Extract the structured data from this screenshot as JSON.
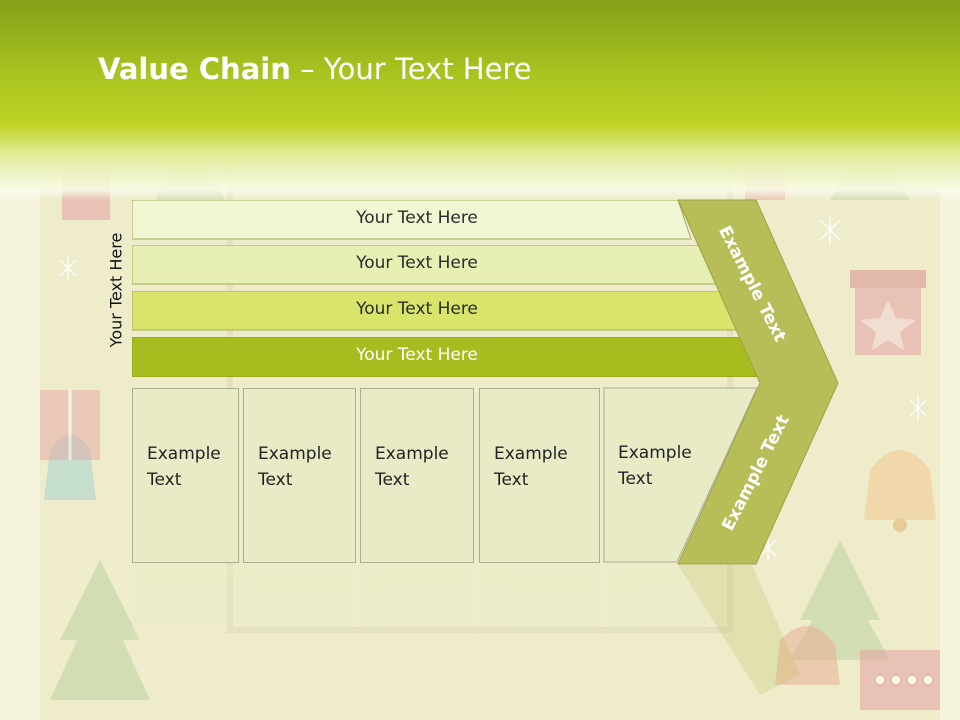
{
  "slide": {
    "title_bold": "Value Chain",
    "title_rest": " – Your Text Here"
  },
  "side_label": "Your Text Here",
  "bars": [
    {
      "label": "Your Text Here",
      "fill": "#f1f6d3"
    },
    {
      "label": "Your Text Here",
      "fill": "#e7efb3"
    },
    {
      "label": "Your Text Here",
      "fill": "#d9e46a"
    },
    {
      "label": "Your Text Here",
      "fill": "#a9bc1f"
    }
  ],
  "boxes": [
    {
      "text": "Example\nText"
    },
    {
      "text": "Example\nText"
    },
    {
      "text": "Example\nText"
    },
    {
      "text": "Example\nText"
    },
    {
      "text": "Example\nText"
    }
  ],
  "chevron": {
    "top_text": "Example Text",
    "bottom_text": "Example Text",
    "fill": "#b7be58"
  },
  "colors": {
    "header_dark": "#84a11a",
    "header_light": "#bfd326",
    "box_fill": "#e9ebc6"
  }
}
